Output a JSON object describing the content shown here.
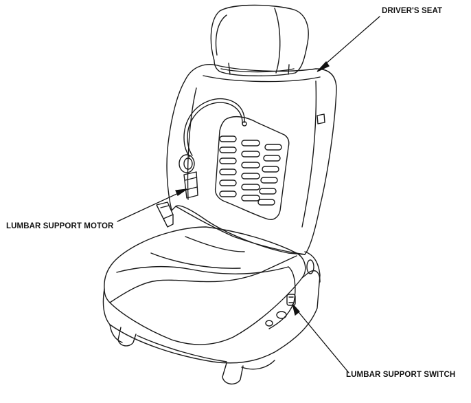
{
  "labels": {
    "drivers_seat": "DRIVER'S SEAT",
    "lumbar_support_motor": "LUMBAR SUPPORT MOTOR",
    "lumbar_support_switch": "LUMBAR SUPPORT SWITCH"
  },
  "colors": {
    "line": "#1a1a1a",
    "paper": "#ffffff"
  }
}
